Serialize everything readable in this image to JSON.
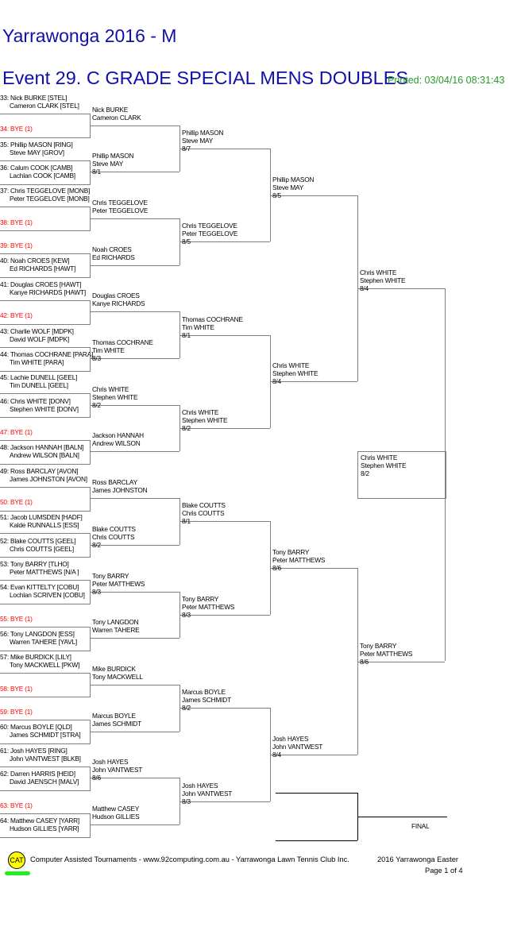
{
  "header": {
    "title": "Yarrawonga 2016 - M",
    "event": "Event 29. C GRADE SPECIAL MENS DOUBLES",
    "printed": "Printed: 03/04/16 08:31:43"
  },
  "entries": [
    {
      "num": "33: ",
      "p1": "Nick BURKE [STEL]",
      "p2": "Cameron CLARK [STEL]"
    },
    {
      "num": "34: ",
      "bye": "BYE (1)"
    },
    {
      "num": "35: ",
      "p1": "Phillip MASON [RING]",
      "p2": "Steve MAY [GROV]"
    },
    {
      "num": "36: ",
      "p1": "Calum COOK [CAMB]",
      "p2": "Lachlan COOK [CAMB]"
    },
    {
      "num": "37: ",
      "p1": "Chris TEGGELOVE [MONB]",
      "p2": "Peter TEGGELOVE [MONB]"
    },
    {
      "num": "38: ",
      "bye": "BYE (1)"
    },
    {
      "num": "39: ",
      "bye": "BYE (1)"
    },
    {
      "num": "40: ",
      "p1": "Noah CROES [KEW]",
      "p2": "Ed RICHARDS [HAWT]"
    },
    {
      "num": "41: ",
      "p1": "Douglas CROES [HAWT]",
      "p2": "Kanye RICHARDS [HAWT]"
    },
    {
      "num": "42: ",
      "bye": "BYE (1)"
    },
    {
      "num": "43: ",
      "p1": "Charlie WOLF [MDPK]",
      "p2": "David WOLF [MDPK]"
    },
    {
      "num": "44: ",
      "p1": "Thomas COCHRANE [PARA]",
      "p2": "Tim WHITE [PARA]"
    },
    {
      "num": "45: ",
      "p1": "Lachie DUNELL [GEEL]",
      "p2": "Tim DUNELL [GEEL]"
    },
    {
      "num": "46: ",
      "p1": "Chris WHITE [DONV]",
      "p2": "Stephen WHITE [DONV]"
    },
    {
      "num": "47: ",
      "bye": "BYE (1)"
    },
    {
      "num": "48: ",
      "p1": "Jackson HANNAH [BALN]",
      "p2": "Andrew WILSON [BALN]"
    },
    {
      "num": "49: ",
      "p1": "Ross BARCLAY [AVON]",
      "p2": "James JOHNSTON [AVON]"
    },
    {
      "num": "50: ",
      "bye": "BYE (1)"
    },
    {
      "num": "51: ",
      "p1": "Jacob LUMSDEN [HADF]",
      "p2": "Kalde RUNNALLS [ESS]"
    },
    {
      "num": "52: ",
      "p1": "Blake COUTTS [GEEL]",
      "p2": "Chris COUTTS [GEEL]"
    },
    {
      "num": "53: ",
      "p1": "Tony BARRY [TLHO]",
      "p2": "Peter MATTHEWS [N/A ]"
    },
    {
      "num": "54: ",
      "p1": "Evan KITTELTY [COBU]",
      "p2": "Lochlan SCRIVEN [COBU]"
    },
    {
      "num": "55: ",
      "bye": "BYE (1)"
    },
    {
      "num": "56: ",
      "p1": "Tony LANGDON [ESS]",
      "p2": "Warren TAHERE [YAVL]"
    },
    {
      "num": "57: ",
      "p1": "Mike BURDICK [LILY]",
      "p2": "Tony MACKWELL [PKW]"
    },
    {
      "num": "58: ",
      "bye": "BYE (1)"
    },
    {
      "num": "59: ",
      "bye": "BYE (1)"
    },
    {
      "num": "60: ",
      "p1": "Marcus BOYLE [QLD]",
      "p2": "James SCHMIDT [STRA]"
    },
    {
      "num": "61: ",
      "p1": "Josh HAYES [RING]",
      "p2": "John VANTWEST [BLKB]"
    },
    {
      "num": "62: ",
      "p1": "Darren HARRIS [HEID]",
      "p2": "David JAENSCH [MALV]"
    },
    {
      "num": "63: ",
      "bye": "BYE (1)"
    },
    {
      "num": "64: ",
      "p1": "Matthew CASEY [YARR]",
      "p2": "Hudson GILLIES [YARR]"
    }
  ],
  "rounds": [
    [
      {
        "p1": "Nick BURKE",
        "p2": "Cameron CLARK",
        "score": ""
      },
      {
        "p1": "Phillip MASON",
        "p2": "Steve MAY",
        "score": "8/1"
      },
      {
        "p1": "Chris TEGGELOVE",
        "p2": "Peter TEGGELOVE",
        "score": ""
      },
      {
        "p1": "Noah CROES",
        "p2": "Ed RICHARDS",
        "score": ""
      },
      {
        "p1": "Douglas CROES",
        "p2": "Kanye RICHARDS",
        "score": ""
      },
      {
        "p1": "Thomas COCHRANE",
        "p2": "Tim WHITE",
        "score": "8/3"
      },
      {
        "p1": "Chris WHITE",
        "p2": "Stephen WHITE",
        "score": "8/2"
      },
      {
        "p1": "Jackson HANNAH",
        "p2": "Andrew WILSON",
        "score": ""
      },
      {
        "p1": "Ross BARCLAY",
        "p2": "James JOHNSTON",
        "score": ""
      },
      {
        "p1": "Blake COUTTS",
        "p2": "Chris COUTTS",
        "score": "8/2"
      },
      {
        "p1": "Tony BARRY",
        "p2": "Peter MATTHEWS",
        "score": "8/3"
      },
      {
        "p1": "Tony LANGDON",
        "p2": "Warren TAHERE",
        "score": ""
      },
      {
        "p1": "Mike BURDICK",
        "p2": "Tony MACKWELL",
        "score": ""
      },
      {
        "p1": "Marcus BOYLE",
        "p2": "James SCHMIDT",
        "score": ""
      },
      {
        "p1": "Josh HAYES",
        "p2": "John VANTWEST",
        "score": "8/6"
      },
      {
        "p1": "Matthew CASEY",
        "p2": "Hudson GILLIES",
        "score": ""
      }
    ],
    [
      {
        "p1": "Phillip MASON",
        "p2": "Steve MAY",
        "score": "8/7"
      },
      {
        "p1": "Chris TEGGELOVE",
        "p2": "Peter TEGGELOVE",
        "score": "8/5"
      },
      {
        "p1": "Thomas COCHRANE",
        "p2": "Tim WHITE",
        "score": "8/1"
      },
      {
        "p1": "Chris WHITE",
        "p2": "Stephen WHITE",
        "score": "8/2"
      },
      {
        "p1": "Blake COUTTS",
        "p2": "Chris COUTTS",
        "score": "8/1"
      },
      {
        "p1": "Tony BARRY",
        "p2": "Peter MATTHEWS",
        "score": "8/3"
      },
      {
        "p1": "Marcus BOYLE",
        "p2": "James SCHMIDT",
        "score": "8/2"
      },
      {
        "p1": "Josh HAYES",
        "p2": "John VANTWEST",
        "score": "8/3"
      }
    ],
    [
      {
        "p1": "Phillip MASON",
        "p2": "Steve MAY",
        "score": "8/5"
      },
      {
        "p1": "Chris WHITE",
        "p2": "Stephen WHITE",
        "score": "8/4"
      },
      {
        "p1": "Tony BARRY",
        "p2": "Peter MATTHEWS",
        "score": "8/6"
      },
      {
        "p1": "Josh HAYES",
        "p2": "John VANTWEST",
        "score": "8/4"
      }
    ],
    [
      {
        "p1": "Chris WHITE",
        "p2": "Stephen WHITE",
        "score": "8/4"
      },
      {
        "p1": "Tony BARRY",
        "p2": "Peter MATTHEWS",
        "score": "8/6"
      }
    ]
  ],
  "winner": {
    "p1": "Chris WHITE",
    "p2": "Stephen WHITE",
    "score": "8/2"
  },
  "final_label": "FINAL",
  "footer": {
    "logo": "CAT",
    "credit": "Computer Assisted Tournaments - www.92computing.com.au -  Yarrawonga Lawn Tennis Club Inc.",
    "tournament": "2016 Yarrawonga Easter",
    "page": "Page 1 of 4"
  }
}
